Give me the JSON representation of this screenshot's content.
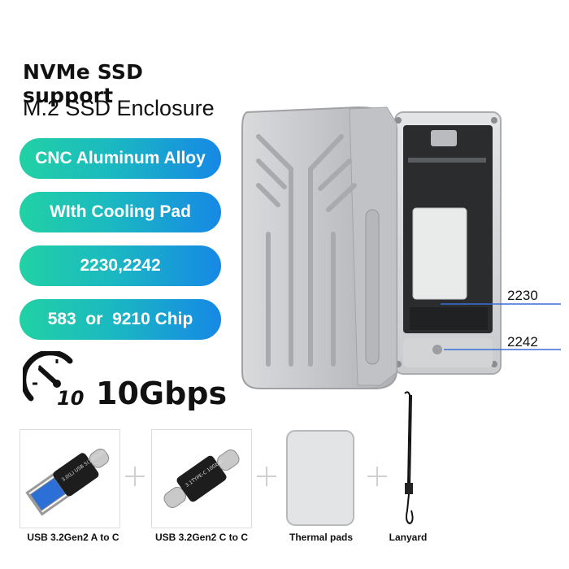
{
  "header": {
    "title": "NVMe SSD support",
    "subtitle": "M.2 SSD Enclosure"
  },
  "features": [
    {
      "label": "CNC Aluminum Alloy"
    },
    {
      "label": "WIth Cooling Pad"
    },
    {
      "label": "2230,2242"
    },
    {
      "label": "583  or  9210 Chip"
    }
  ],
  "speed": {
    "gauge_number": "10",
    "label": "10Gbps"
  },
  "product": {
    "callouts": [
      {
        "label": "2230"
      },
      {
        "label": "2242"
      }
    ],
    "adapter_text_a": "3.0(L) USB 5(10Gbps)",
    "adapter_text_c": "3.1TYPE-C 10Gbps"
  },
  "accessories": [
    {
      "label": "USB 3.2Gen2 A to C",
      "icon": "usb-a-to-c-adapter-icon"
    },
    {
      "label": "USB 3.2Gen2 C to C",
      "icon": "usb-c-to-c-adapter-icon"
    },
    {
      "label": "Thermal pads",
      "icon": "thermal-pad-icon"
    },
    {
      "label": "Lanyard",
      "icon": "lanyard-icon"
    }
  ],
  "colors": {
    "pill_start": "#21d1a4",
    "pill_end": "#1688e6",
    "callout_line": "#3a6fd8"
  }
}
